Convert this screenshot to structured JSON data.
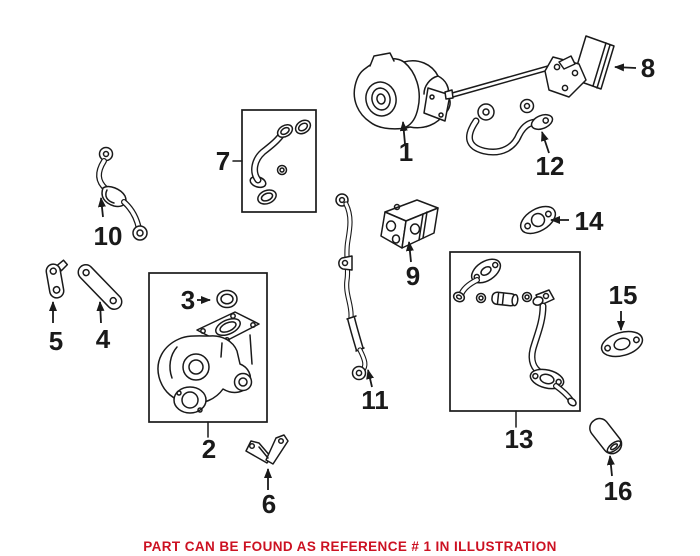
{
  "colors": {
    "background": "#ffffff",
    "line_art": "#1a1a1a",
    "caption": "#cc1122"
  },
  "caption": {
    "text": "PART CAN BE FOUND AS REFERENCE # 1 IN ILLUSTRATION"
  },
  "labels": [
    {
      "ref": "1"
    },
    {
      "ref": "2"
    },
    {
      "ref": "3"
    },
    {
      "ref": "4"
    },
    {
      "ref": "5"
    },
    {
      "ref": "6"
    },
    {
      "ref": "7"
    },
    {
      "ref": "8"
    },
    {
      "ref": "9"
    },
    {
      "ref": "10"
    },
    {
      "ref": "11"
    },
    {
      "ref": "12"
    },
    {
      "ref": "13"
    },
    {
      "ref": "14"
    },
    {
      "ref": "15"
    },
    {
      "ref": "16"
    }
  ]
}
